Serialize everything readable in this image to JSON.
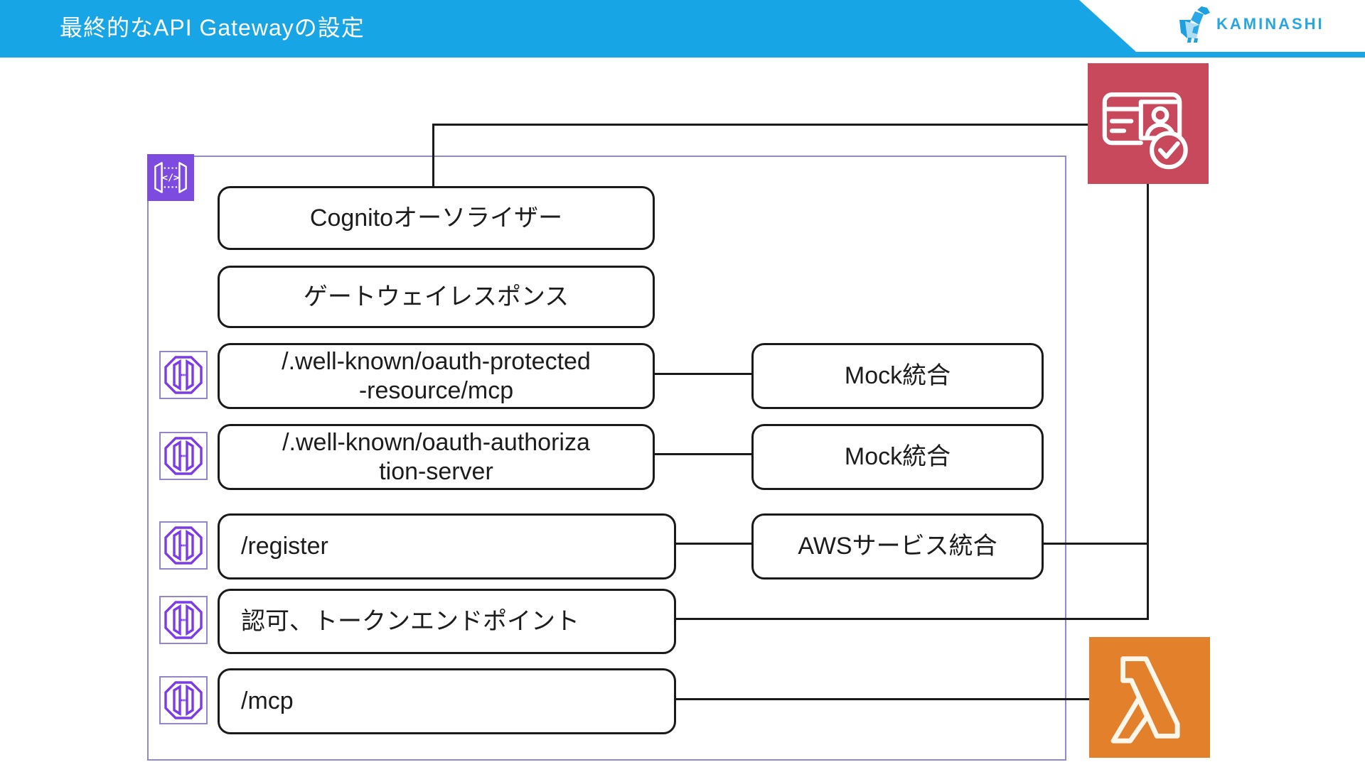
{
  "header": {
    "title": "最終的なAPI Gatewayの設定",
    "brand": "KAMINASHI"
  },
  "gateway": {
    "config_boxes": {
      "authorizer": "Cognitoオーソライザー",
      "gateway_response": "ゲートウェイレスポンス"
    },
    "resources": [
      {
        "line1": "/.well-known/oauth-protected",
        "line2": "-resource/mcp"
      },
      {
        "line1": "/.well-known/oauth-authoriza",
        "line2": "tion-server"
      },
      {
        "label": "/register"
      },
      {
        "label": "認可、トークンエンドポイント"
      },
      {
        "label": "/mcp"
      }
    ],
    "integrations": [
      {
        "label": "Mock統合"
      },
      {
        "label": "Mock統合"
      },
      {
        "label": "AWSサービス統合"
      }
    ]
  },
  "icons": {
    "api_gateway": "api-gateway-icon",
    "resource": "resource-octagon-icon",
    "cognito": "cognito-verified-id-icon",
    "lambda": "lambda-icon",
    "brand": "kaminashi-goat-icon"
  },
  "colors": {
    "header_blue": "#18a5e6",
    "brand_blue": "#29a5e0",
    "api_gateway_purple": "#7d4bdf",
    "resource_purple": "#7c3be8",
    "container_border_purple": "#9189cf",
    "cognito_red": "#c8495c",
    "lambda_orange": "#e2802c",
    "line_black": "#1a1a1a"
  }
}
